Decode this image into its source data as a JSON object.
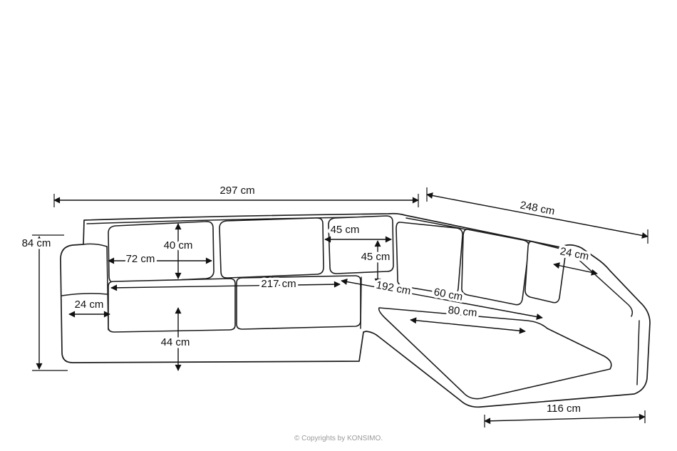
{
  "diagram": {
    "kind": "corner-sofa dimension drawing",
    "labels": {
      "w297": "297 cm",
      "d248": "248 cm",
      "h84": "84 cm",
      "h40": "40 cm",
      "w72": "72 cm",
      "w24_left": "24 cm",
      "w45": "45 cm",
      "h45": "45 cm",
      "w217": "217 cm",
      "d192": "192 cm",
      "w60": "60 cm",
      "w80": "80 cm",
      "w24_right": "24 cm",
      "h44": "44 cm",
      "w116": "116 cm"
    },
    "footer": "© Copyrights by KONSIMO.",
    "line_color": "#111111",
    "background": "#ffffff"
  }
}
